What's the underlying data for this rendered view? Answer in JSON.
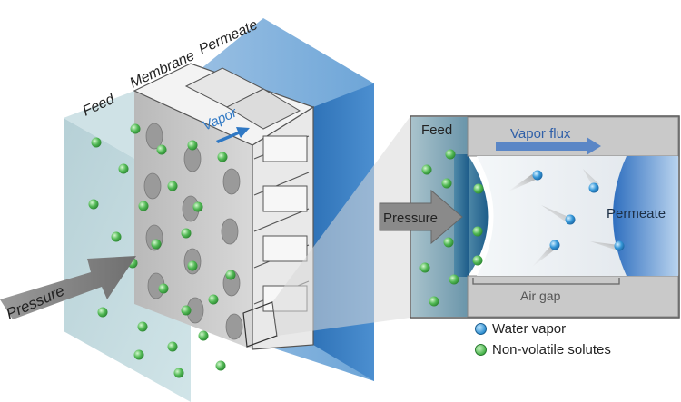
{
  "left_labels": {
    "feed": "Feed",
    "membrane": "Membrane",
    "permeate": "Permeate",
    "vapor": "Vapor",
    "pressure": "Pressure"
  },
  "inset_labels": {
    "feed": "Feed",
    "vapor_flux": "Vapor flux",
    "pressure": "Pressure",
    "permeate": "Permeate",
    "air_gap": "Air gap"
  },
  "legend": {
    "water_vapor": "Water vapor",
    "non_volatile_solutes": "Non-volatile solutes"
  },
  "colors": {
    "feed_tint": "#b9d6dc",
    "permeate_blue": "#3f86c8",
    "membrane_grey": "#cfcfcf",
    "arrow_grey": "#7b7b7b",
    "solute_green": "#47b34a",
    "vapor_blue": "#2f8fd0"
  }
}
